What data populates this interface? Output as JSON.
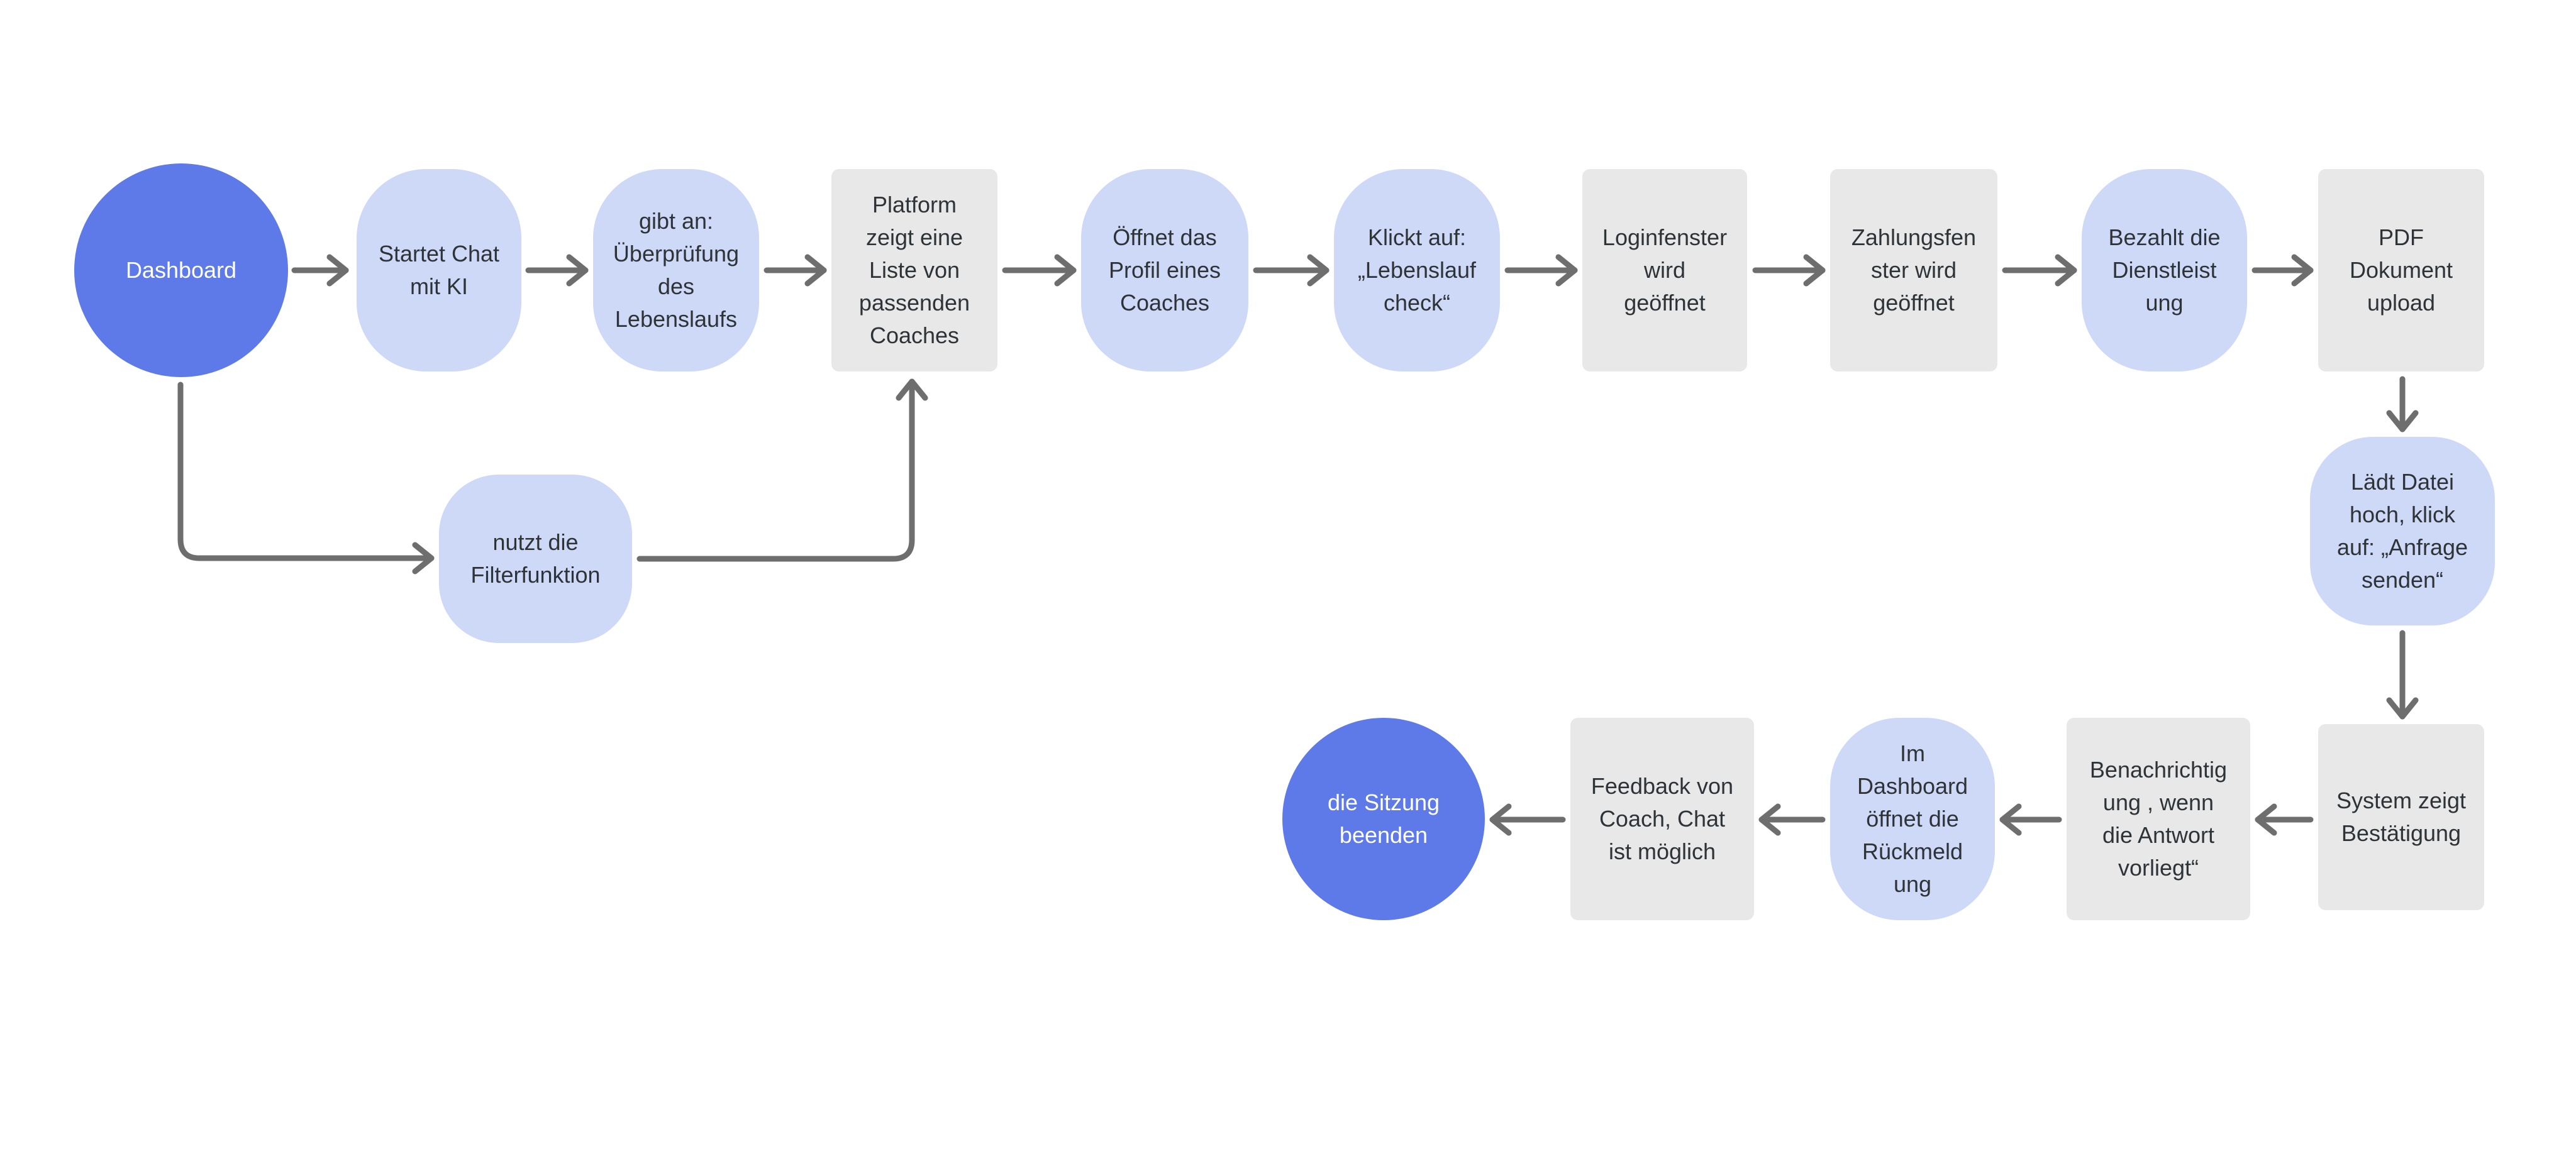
{
  "canvas": {
    "background": "#ffffff"
  },
  "palette": {
    "start_end_node": "#5E7AE8",
    "action_node": "#CDD9F7",
    "system_node": "#E8E8E8",
    "text_dark": "#2E3338",
    "text_light": "#FFFFFF",
    "connector": "#6E6E6E"
  },
  "diagram": {
    "type": "flowchart",
    "nodes": [
      {
        "id": "dashboard",
        "shape": "circle",
        "label": "Dashboard"
      },
      {
        "id": "startet-chat",
        "shape": "pill",
        "label": "Startet Chat\nmit KI"
      },
      {
        "id": "gibt-an",
        "shape": "pill",
        "label": "gibt an:\nÜberprüfung\ndes\nLebenslaufs"
      },
      {
        "id": "platform-liste",
        "shape": "rect",
        "label": "Platform\nzeigt eine\nListe von\npassenden\nCoaches"
      },
      {
        "id": "oeffnet-profil",
        "shape": "pill",
        "label": "Öffnet das\nProfil eines\nCoaches"
      },
      {
        "id": "klickt-lebenslauf-check",
        "shape": "pill",
        "label": "Klickt auf:\n„Lebenslauf\ncheck“"
      },
      {
        "id": "loginfenster",
        "shape": "rect",
        "label": "Loginfenster\nwird\ngeöffnet"
      },
      {
        "id": "zahlungsfenster",
        "shape": "rect",
        "label": "Zahlungsfen\nster wird\ngeöffnet"
      },
      {
        "id": "bezahlt-dienstleistung",
        "shape": "pill",
        "label": "Bezahlt die\nDienstleist\nung"
      },
      {
        "id": "pdf-upload",
        "shape": "rect",
        "label": "PDF\nDokument\nupload"
      },
      {
        "id": "filterfunktion",
        "shape": "pill",
        "label": "nutzt die\nFilterfunktion"
      },
      {
        "id": "laedt-datei",
        "shape": "pill",
        "label": "Lädt Datei\nhoch, klick\nauf: „Anfrage\nsenden“"
      },
      {
        "id": "system-bestaetigung",
        "shape": "rect",
        "label": "System zeigt\nBestätigung"
      },
      {
        "id": "benachrichtigung",
        "shape": "rect",
        "label": "Benachrichtig\nung , wenn\ndie Antwort\nvorliegt“"
      },
      {
        "id": "im-dashboard-rueckmeldung",
        "shape": "pill",
        "label": "Im\nDashboard\nöffnet die\nRückmeld\nung"
      },
      {
        "id": "feedback-coach",
        "shape": "rect",
        "label": "Feedback von\nCoach, Chat\nist möglich"
      },
      {
        "id": "sitzung-beenden",
        "shape": "circle",
        "label": "die Sitzung\nbeenden"
      }
    ],
    "connections": [
      {
        "from": "dashboard",
        "to": "startet-chat"
      },
      {
        "from": "startet-chat",
        "to": "gibt-an"
      },
      {
        "from": "gibt-an",
        "to": "platform-liste"
      },
      {
        "from": "platform-liste",
        "to": "oeffnet-profil"
      },
      {
        "from": "oeffnet-profil",
        "to": "klickt-lebenslauf-check"
      },
      {
        "from": "klickt-lebenslauf-check",
        "to": "loginfenster"
      },
      {
        "from": "loginfenster",
        "to": "zahlungsfenster"
      },
      {
        "from": "zahlungsfenster",
        "to": "bezahlt-dienstleistung"
      },
      {
        "from": "bezahlt-dienstleistung",
        "to": "pdf-upload"
      },
      {
        "from": "pdf-upload",
        "to": "laedt-datei"
      },
      {
        "from": "laedt-datei",
        "to": "system-bestaetigung"
      },
      {
        "from": "system-bestaetigung",
        "to": "benachrichtigung"
      },
      {
        "from": "benachrichtigung",
        "to": "im-dashboard-rueckmeldung"
      },
      {
        "from": "im-dashboard-rueckmeldung",
        "to": "feedback-coach"
      },
      {
        "from": "feedback-coach",
        "to": "sitzung-beenden"
      },
      {
        "from": "dashboard",
        "to": "filterfunktion"
      },
      {
        "from": "filterfunktion",
        "to": "platform-liste"
      }
    ]
  }
}
